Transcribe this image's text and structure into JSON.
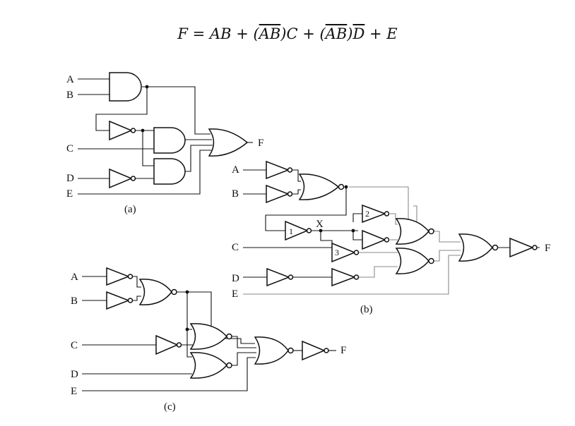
{
  "equation": {
    "lhs": "F",
    "eq": " = ",
    "t1": "AB",
    "p1": " + (",
    "t2": "AB",
    "p2": ")C + (",
    "t3": "AB",
    "p3": ")",
    "t4": "D",
    "p4": " + E"
  },
  "diagram_a": {
    "inputs": [
      "A",
      "B",
      "C",
      "D",
      "E"
    ],
    "output": "F",
    "caption": "(a)"
  },
  "diagram_b": {
    "inputs": [
      "A",
      "B",
      "C",
      "D",
      "E"
    ],
    "output": "F",
    "node_label": "X",
    "gate_numbers": [
      "1",
      "2",
      "3"
    ],
    "caption": "(b)"
  },
  "diagram_c": {
    "inputs": [
      "A",
      "B",
      "C",
      "D",
      "E"
    ],
    "output": "F",
    "caption": "(c)"
  }
}
